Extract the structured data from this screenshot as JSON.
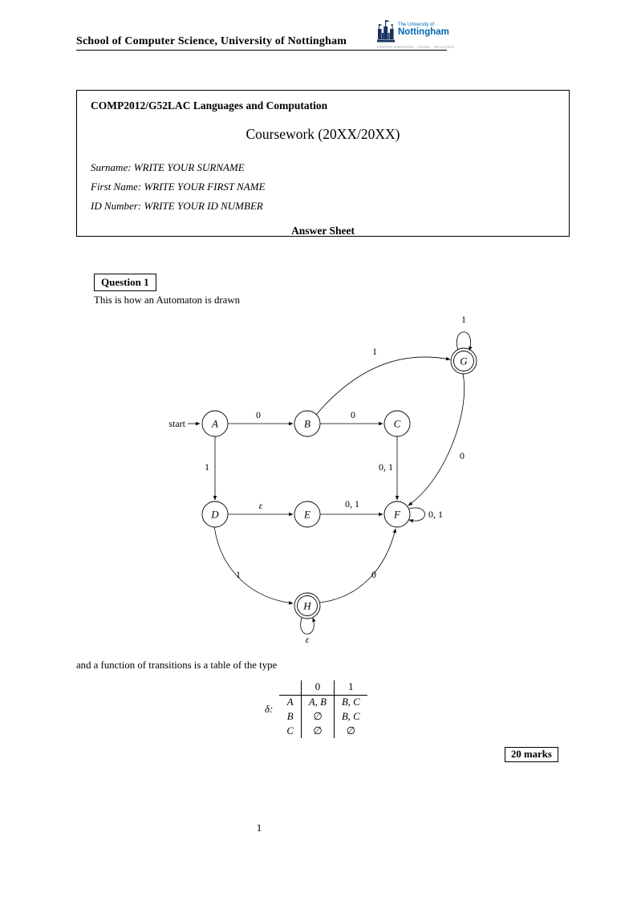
{
  "header": {
    "institution": "School of Computer Science, University of Nottingham",
    "logo": {
      "line1": "The University of",
      "line2": "Nottingham",
      "subtext": "UNITED KINGDOM · CHINA · MALAYSIA",
      "brand_color": "#0066b3",
      "icon_color": "#17325e"
    }
  },
  "title_box": {
    "module": "COMP2012/G52LAC Languages and Computation",
    "title": "Coursework (20XX/20XX)",
    "fields": [
      {
        "label": "Surname:",
        "value": "WRITE YOUR SURNAME"
      },
      {
        "label": "First Name:",
        "value": "WRITE YOUR FIRST NAME"
      },
      {
        "label": "ID Number:",
        "value": "WRITE YOUR ID NUMBER"
      }
    ],
    "answer_sheet": "Answer Sheet"
  },
  "question": {
    "label": "Question 1",
    "intro": "This is how an Automaton is drawn",
    "automaton": {
      "start_label": "start",
      "states": [
        {
          "id": "A",
          "accepting": false
        },
        {
          "id": "B",
          "accepting": false
        },
        {
          "id": "C",
          "accepting": false
        },
        {
          "id": "D",
          "accepting": false
        },
        {
          "id": "E",
          "accepting": false
        },
        {
          "id": "F",
          "accepting": false
        },
        {
          "id": "G",
          "accepting": true
        },
        {
          "id": "H",
          "accepting": true
        }
      ],
      "transitions": [
        {
          "from": "A",
          "to": "B",
          "label": "0"
        },
        {
          "from": "B",
          "to": "C",
          "label": "0"
        },
        {
          "from": "B",
          "to": "G",
          "label": "1"
        },
        {
          "from": "G",
          "to": "G",
          "label": "1"
        },
        {
          "from": "A",
          "to": "D",
          "label": "1"
        },
        {
          "from": "C",
          "to": "F",
          "label": "0, 1"
        },
        {
          "from": "G",
          "to": "F",
          "label": "0"
        },
        {
          "from": "D",
          "to": "E",
          "label": "ε"
        },
        {
          "from": "E",
          "to": "F",
          "label": "0, 1"
        },
        {
          "from": "F",
          "to": "F",
          "label": "0, 1"
        },
        {
          "from": "D",
          "to": "H",
          "label": "1"
        },
        {
          "from": "H",
          "to": "F",
          "label": "0"
        },
        {
          "from": "H",
          "to": "H",
          "label": "ε"
        }
      ]
    },
    "table_intro": "and a function of transitions is a table of the type",
    "transition_table": {
      "delta_label": "δ:",
      "col_headers": [
        "0",
        "1"
      ],
      "rows": [
        {
          "state": "A",
          "c0": "A, B",
          "c1": "B, C"
        },
        {
          "state": "B",
          "c0": "∅",
          "c1": "B, C"
        },
        {
          "state": "C",
          "c0": "∅",
          "c1": "∅"
        }
      ]
    },
    "marks": "20 marks"
  },
  "footer": {
    "page_number": "1"
  }
}
